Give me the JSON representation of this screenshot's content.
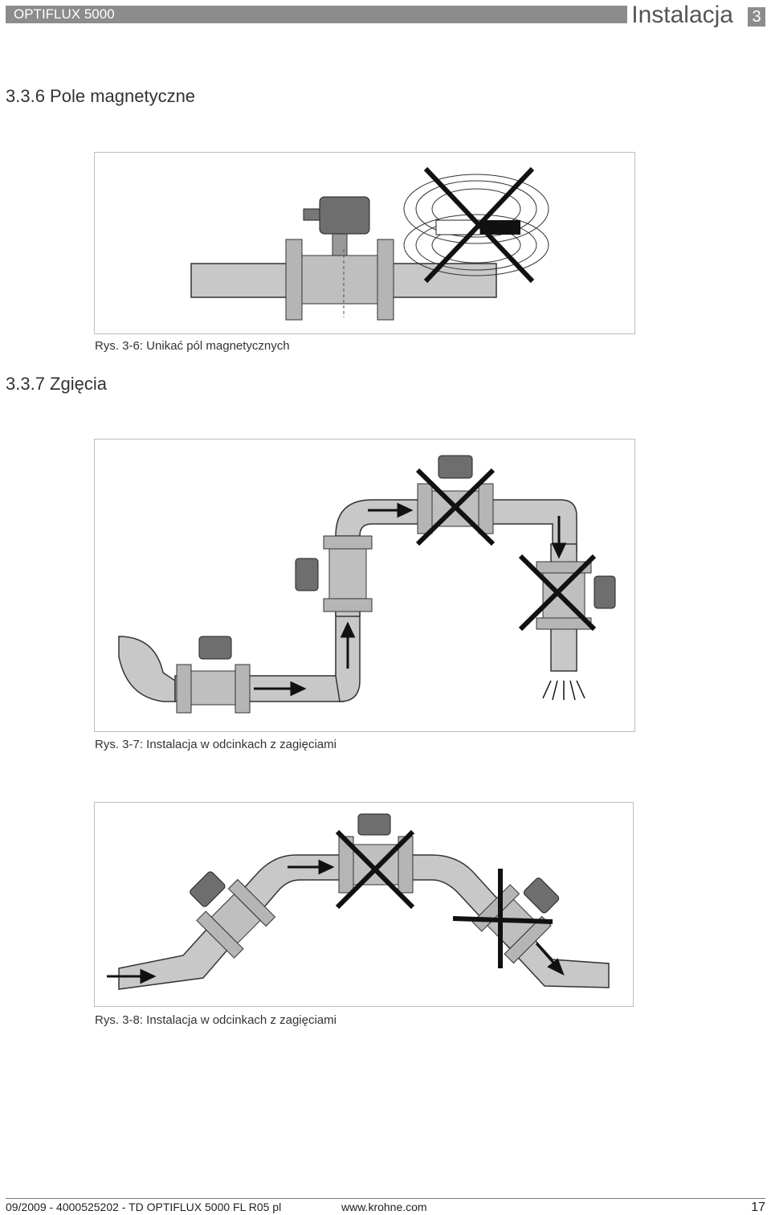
{
  "header": {
    "product": "OPTIFLUX 5000",
    "chapter_title": "Instalacja",
    "chapter_number": "3"
  },
  "sections": [
    {
      "number_title": "3.3.6  Pole magnetyczne"
    },
    {
      "number_title": "3.3.7  Zgięcia"
    }
  ],
  "figures": [
    {
      "caption": "Rys. 3-6: Unikać pól magnetycznych"
    },
    {
      "caption": "Rys. 3-7: Instalacja w odcinkach z zagięciami"
    },
    {
      "caption": "Rys. 3-8: Instalacja w odcinkach z zagięciami"
    }
  ],
  "footer": {
    "doc_info": "09/2009 - 4000525202 - TD OPTIFLUX 5000 FL R05 pl",
    "website": "www.krohne.com",
    "page_number": "17"
  }
}
